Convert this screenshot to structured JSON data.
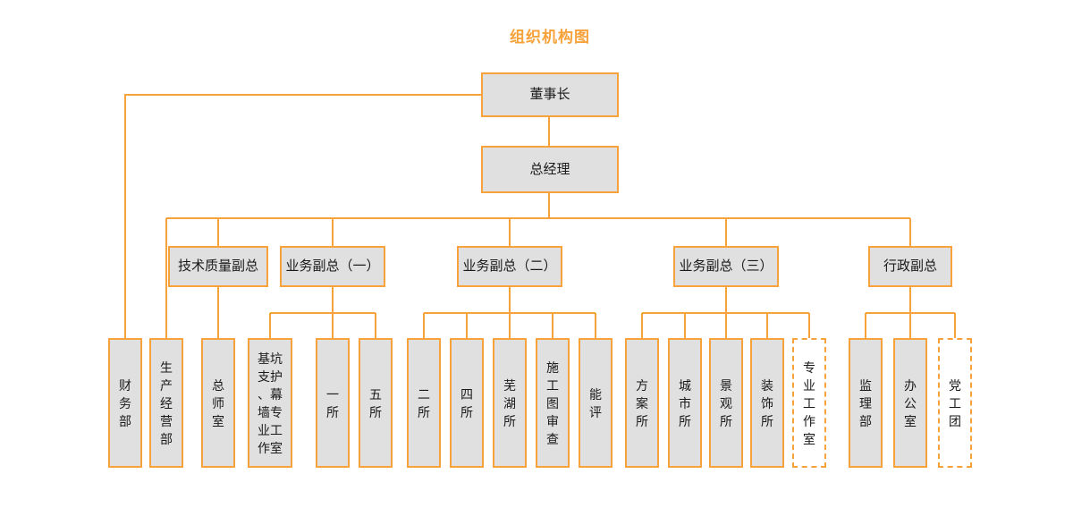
{
  "title": "组织机构图",
  "colors": {
    "accent_orange": "#f7a23b",
    "box_fill_gray": "#e0e0e0",
    "dashed_box_fill": "#ffffff",
    "text": "#1a1a1a",
    "background": "#ffffff"
  },
  "org": {
    "level1": {
      "label": "董事长"
    },
    "level2": {
      "label": "总经理"
    },
    "level3": [
      {
        "label": "技术质量副总"
      },
      {
        "label": "业务副总（一）"
      },
      {
        "label": "业务副总（二）"
      },
      {
        "label": "业务副总（三）"
      },
      {
        "label": "行政副总"
      }
    ],
    "level4": [
      {
        "label": "财务部",
        "style": "solid"
      },
      {
        "label": "生产经营部",
        "style": "solid"
      },
      {
        "label": "总师室",
        "style": "solid"
      },
      {
        "label": "基坑支护、幕墙专业工作室",
        "style": "solid"
      },
      {
        "label": "一所",
        "style": "solid"
      },
      {
        "label": "五所",
        "style": "solid"
      },
      {
        "label": "二所",
        "style": "solid"
      },
      {
        "label": "四所",
        "style": "solid"
      },
      {
        "label": "芜湖所",
        "style": "solid"
      },
      {
        "label": "施工图审查",
        "style": "solid"
      },
      {
        "label": "能评",
        "style": "solid"
      },
      {
        "label": "方案所",
        "style": "solid"
      },
      {
        "label": "城市所",
        "style": "solid"
      },
      {
        "label": "景观所",
        "style": "solid"
      },
      {
        "label": "装饰所",
        "style": "solid"
      },
      {
        "label": "专业工作室",
        "style": "dashed"
      },
      {
        "label": "监理部",
        "style": "solid"
      },
      {
        "label": "办公室",
        "style": "solid"
      },
      {
        "label": "党工团",
        "style": "dashed"
      }
    ]
  }
}
